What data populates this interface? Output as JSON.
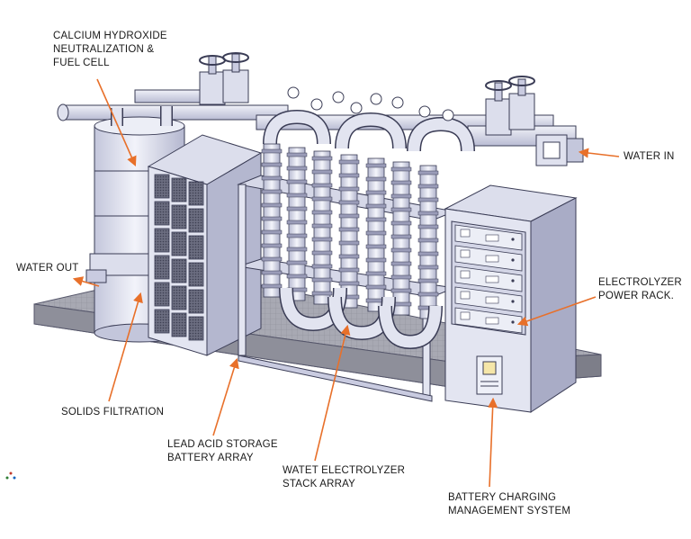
{
  "labels": {
    "calcium": [
      "CALCIUM HYDROXIDE",
      "NEUTRALIZATION &",
      "FUEL CELL"
    ],
    "water_in": [
      "WATER IN"
    ],
    "water_out": [
      "WATER OUT"
    ],
    "power_rack": [
      "ELECTROLYZER",
      "POWER RACK."
    ],
    "solids": [
      "SOLIDS FILTRATION"
    ],
    "battery_array": [
      "LEAD ACID STORAGE",
      "BATTERY ARRAY"
    ],
    "stack_array": [
      "WATET ELECTROLYZER",
      "STACK ARRAY"
    ],
    "bms": [
      "BATTERY CHARGING",
      "MANAGEMENT SYSTEM"
    ]
  },
  "colors": {
    "arrow": "#e8702a",
    "equipment_light": "#e9eaf4",
    "equipment_mid": "#c9cbe0",
    "equipment_dark": "#9a9cb8",
    "outline": "#3a3c55",
    "floor": "#9a9ba6",
    "vent": "#55576a"
  }
}
